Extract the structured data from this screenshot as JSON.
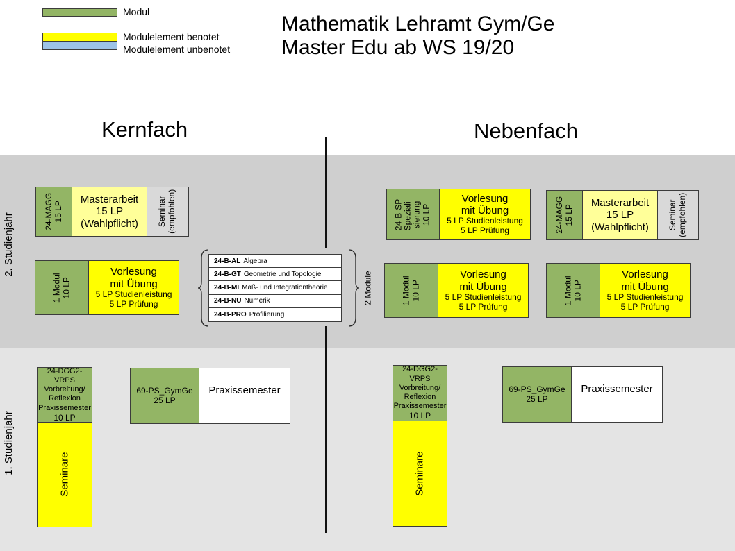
{
  "legend": {
    "modul": "Modul",
    "benotet": "Modulelement benotet",
    "unbenotet": "Modulelement unbenotet"
  },
  "title": {
    "line1": "Mathematik Lehramt Gym/Ge",
    "line2": "Master Edu ab WS 19/20"
  },
  "columns": {
    "left": "Kernfach",
    "right": "Nebenfach"
  },
  "years": {
    "year2": "2. Studienjahr",
    "year1": "1. Studienjahr"
  },
  "kernfach": {
    "magg": {
      "code": "24-MAGG",
      "lp": "15 LP",
      "line1": "Masterarbeit",
      "line2": "15 LP",
      "line3": "(Wahlpflicht)",
      "sem1": "Seminar",
      "sem2": "(empfohlen)"
    },
    "modul": {
      "l1": "1 Modul",
      "l2": "10 LP",
      "v1": "Vorlesung",
      "v2": "mit Übung",
      "v3": "5 LP Studienleistung",
      "v4": "5 LP Prüfung"
    },
    "dgg": {
      "l1": "24-DGG2-VRPS",
      "l2": "Vorbreitung/",
      "l3": "Reflexion",
      "l4": "Praxissemester",
      "l5": "10 LP",
      "seminare": "Seminare"
    },
    "ps": {
      "l1": "69-PS_GymGe",
      "l2": "25 LP",
      "label": "Praxissemester"
    }
  },
  "wahl": {
    "items": [
      {
        "code": "24-B-AL",
        "name": "Algebra"
      },
      {
        "code": "24-B-GT",
        "name": "Geometrie und Topologie"
      },
      {
        "code": "24-B-MI",
        "name": "Maß- und Integrationtheorie"
      },
      {
        "code": "24-B-NU",
        "name": "Numerik"
      },
      {
        "code": "24-B-PRO",
        "name": "Profilierung"
      }
    ],
    "count": "2 Module"
  },
  "nebenfach": {
    "sp": {
      "l1": "24-B-SP",
      "l2": "Speziali-",
      "l3": "sierung",
      "l4": "10 LP",
      "v1": "Vorlesung",
      "v2": "mit Übung",
      "v3": "5 LP Studienleistung",
      "v4": "5 LP Prüfung"
    },
    "magg": {
      "code": "24-MAGG",
      "lp": "15 LP",
      "line1": "Masterarbeit",
      "line2": "15 LP",
      "line3": "(Wahlpflicht)",
      "sem1": "Seminar",
      "sem2": "(empfohlen)"
    },
    "modulA": {
      "l1": "1 Modul",
      "l2": "10 LP",
      "v1": "Vorlesung",
      "v2": "mit Übung",
      "v3": "5 LP Studienleistung",
      "v4": "5 LP Prüfung"
    },
    "modulB": {
      "l1": "1 Modul",
      "l2": "10 LP",
      "v1": "Vorlesung",
      "v2": "mit Übung",
      "v3": "5 LP Studienleistung",
      "v4": "5 LP Prüfung"
    },
    "dgg": {
      "l1": "24-DGG2-VRPS",
      "l2": "Vorbreitung/",
      "l3": "Reflexion",
      "l4": "Praxissemester",
      "l5": "10 LP",
      "seminare": "Seminare"
    },
    "ps": {
      "l1": "69-PS_GymGe",
      "l2": "25 LP",
      "label": "Praxissemester"
    }
  },
  "colors": {
    "modul": "#93b565",
    "benotet": "#ffff00",
    "unbenotet": "#9dc3e6",
    "masterarbeit": "#ffff99",
    "band2": "#cfcfcf",
    "band1": "#e4e4e4"
  }
}
